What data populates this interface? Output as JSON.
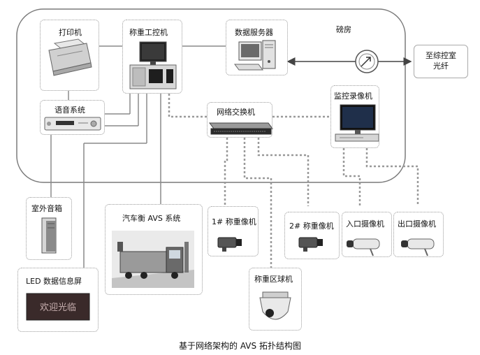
{
  "room_label": "磅房",
  "caption": "基于网络架构的 AVS 拓扑结构图",
  "nodes": {
    "printer": "打印机",
    "ipc": "称重工控机",
    "db_server": "数据服务器",
    "fiber": "至综控室\n光纤",
    "voice": "语音系统",
    "switch": "网络交换机",
    "nvr": "监控录像机",
    "speaker": "室外音箱",
    "avs": "汽车衡 AVS 系统",
    "cam1": "1# 称重像机",
    "cam2": "2# 称重像机",
    "entry_cam": "入口摄像机",
    "exit_cam": "出口摄像机",
    "dome_cam": "称重区球机",
    "led": "LED 数据信息屏",
    "led_text": "欢迎光临"
  }
}
